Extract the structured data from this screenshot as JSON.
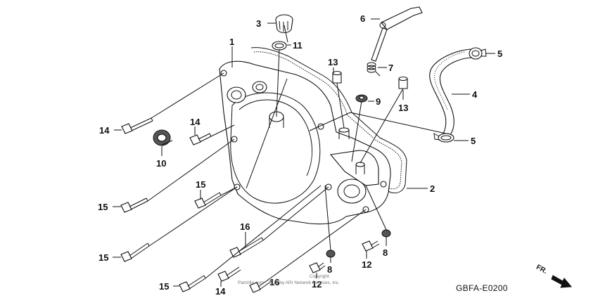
{
  "diagram": {
    "code": "GBFA-E0200",
    "direction_label": "FR.",
    "copyright_line1": "Copyright",
    "copyright_line2": "Partzilla.com - 2014 by ARI Network Services, Inc.",
    "callouts": {
      "c1": "1",
      "c2": "2",
      "c3": "3",
      "c4": "4",
      "c5a": "5",
      "c5b": "5",
      "c6": "6",
      "c7": "7",
      "c8a": "8",
      "c8b": "8",
      "c9": "9",
      "c10": "10",
      "c11": "11",
      "c12a": "12",
      "c12b": "12",
      "c13a": "13",
      "c13b": "13",
      "c14a": "14",
      "c14b": "14",
      "c14c": "14",
      "c15a": "15",
      "c15b": "15",
      "c15c": "15",
      "c15d": "15",
      "c16a": "16",
      "c16b": "16"
    }
  }
}
